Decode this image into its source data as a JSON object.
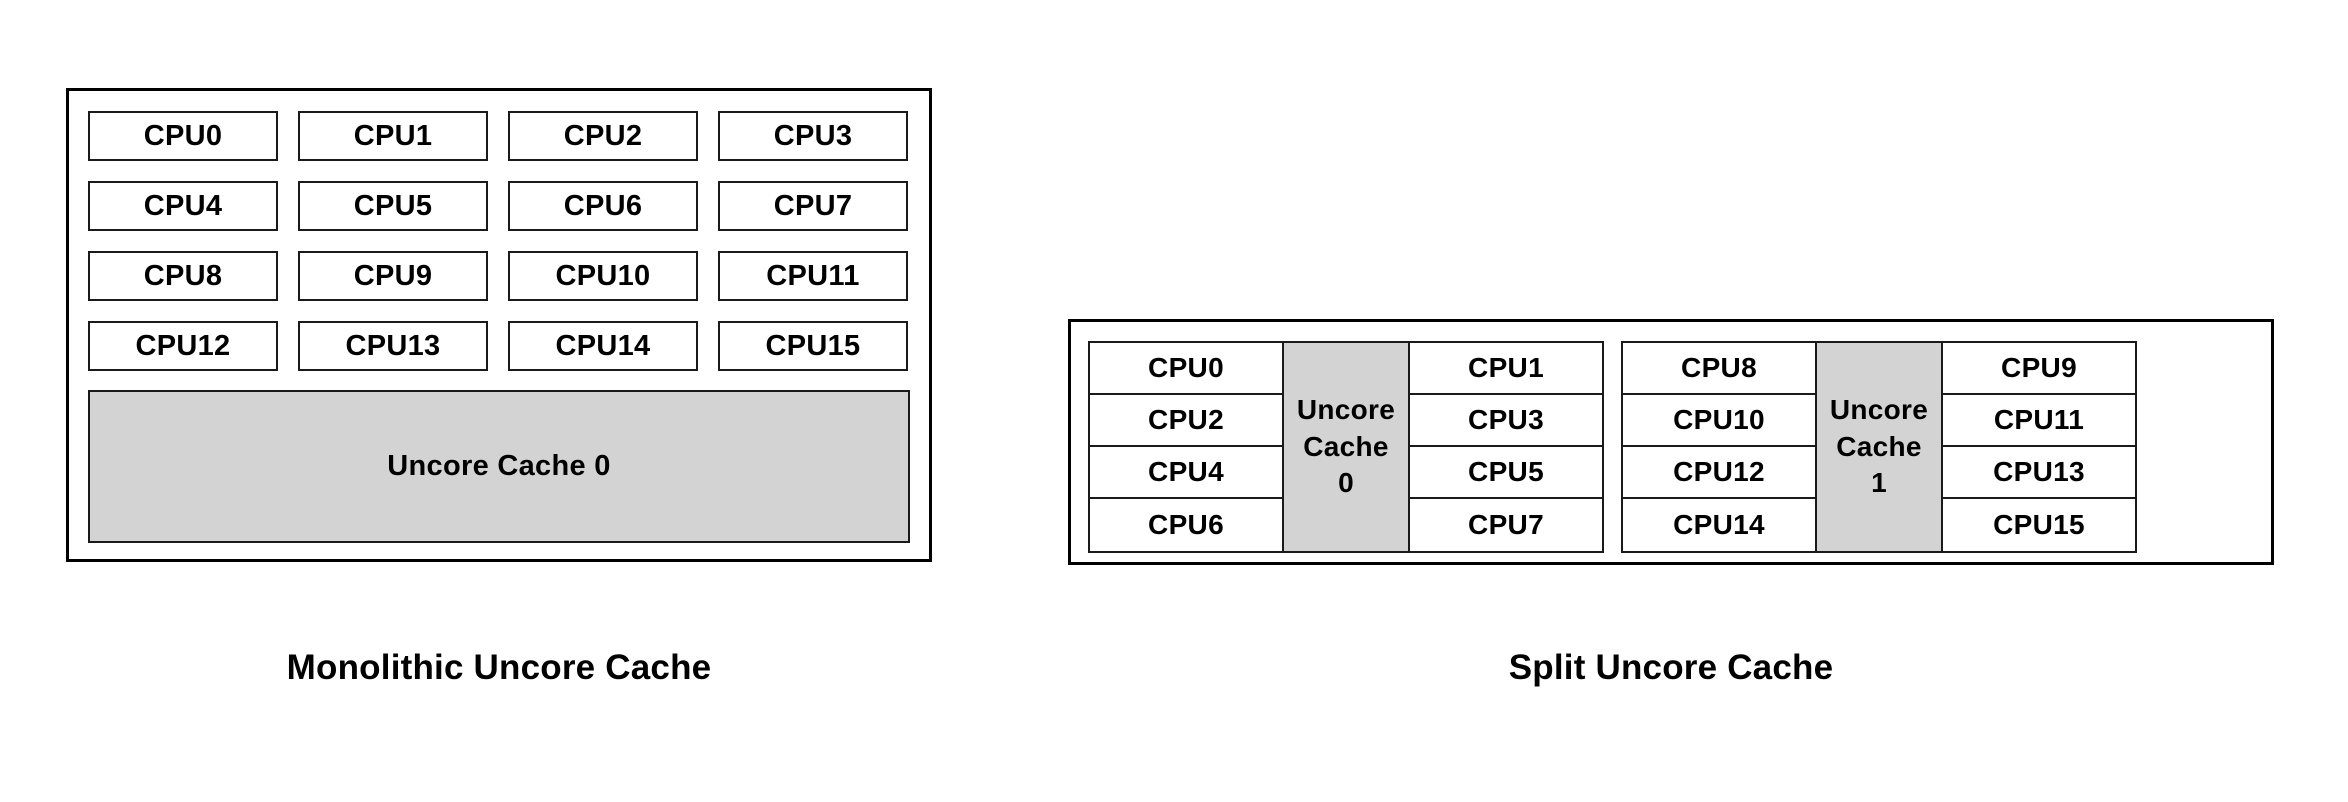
{
  "colors": {
    "background": "#ffffff",
    "outline": "#000000",
    "box_border": "#1a1a1a",
    "cache_fill": "#d3d3d3",
    "text": "#000000"
  },
  "monolithic": {
    "caption": "Monolithic Uncore Cache",
    "cpus": [
      "CPU0",
      "CPU1",
      "CPU2",
      "CPU3",
      "CPU4",
      "CPU5",
      "CPU6",
      "CPU7",
      "CPU8",
      "CPU9",
      "CPU10",
      "CPU11",
      "CPU12",
      "CPU13",
      "CPU14",
      "CPU15"
    ],
    "cache_label": "Uncore Cache 0"
  },
  "split": {
    "caption": "Split Uncore Cache",
    "clusters": [
      {
        "left_cpus": [
          "CPU0",
          "CPU2",
          "CPU4",
          "CPU6"
        ],
        "cache_line1": "Uncore",
        "cache_line2": "Cache",
        "cache_line3": "0",
        "right_cpus": [
          "CPU1",
          "CPU3",
          "CPU5",
          "CPU7"
        ]
      },
      {
        "left_cpus": [
          "CPU8",
          "CPU10",
          "CPU12",
          "CPU14"
        ],
        "cache_line1": "Uncore",
        "cache_line2": "Cache",
        "cache_line3": "1",
        "right_cpus": [
          "CPU9",
          "CPU11",
          "CPU13",
          "CPU15"
        ]
      }
    ]
  }
}
